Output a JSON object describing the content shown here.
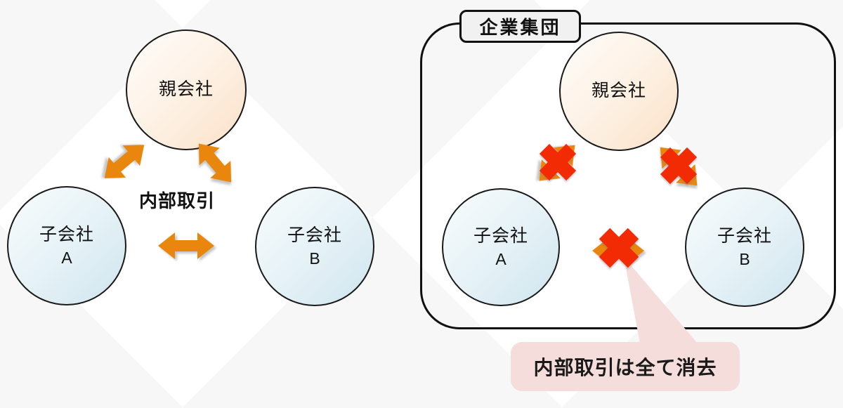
{
  "left_diagram": {
    "parent": {
      "label": "親会社"
    },
    "subsidiary_a": {
      "label": "子会社",
      "suffix": "A"
    },
    "subsidiary_b": {
      "label": "子会社",
      "suffix": "B"
    },
    "transactions_label": "内部取引"
  },
  "right_diagram": {
    "group_label": "企業集団",
    "parent": {
      "label": "親会社"
    },
    "subsidiary_a": {
      "label": "子会社",
      "suffix": "A"
    },
    "subsidiary_b": {
      "label": "子会社",
      "suffix": "B"
    },
    "callout": {
      "text": "内部取引は全て消去"
    }
  },
  "icons": {
    "double_arrow": "double-headed-arrow",
    "cross": "x-elimination-mark"
  },
  "colors": {
    "arrow_orange": "#E8860E",
    "cross_red": "#F22B05",
    "parent_fill_light": "#FFFDFB",
    "parent_fill_dark": "#FAE0C6",
    "subsidiary_fill_light": "#F8FCFD",
    "subsidiary_fill_dark": "#CFE5EE",
    "callout_pink": "#F5DDDB",
    "group_label_gray": "#F1F1F1",
    "outline_black": "#111111"
  }
}
